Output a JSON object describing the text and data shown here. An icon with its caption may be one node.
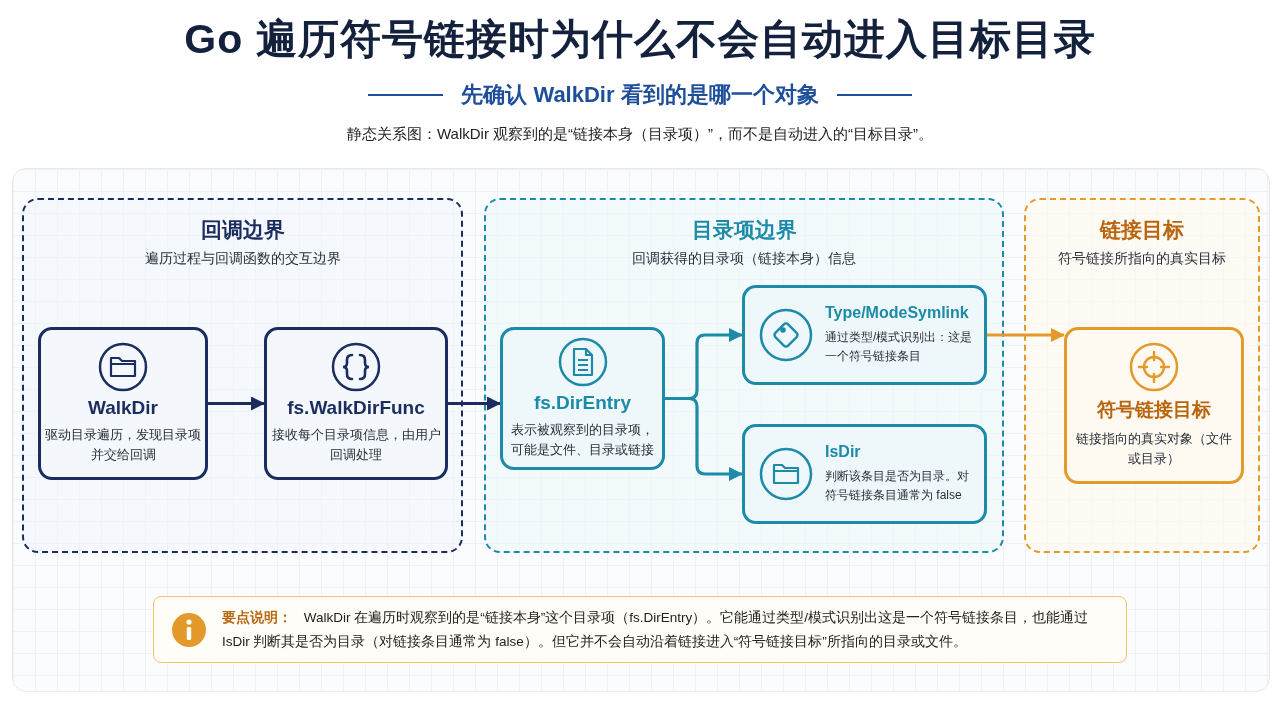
{
  "diagram": {
    "title": "Go 遍历符号链接时为什么不会自动进入目标目录",
    "nodes": [
      {
        "text": [
          "回调边界",
          "遍历过程与回调函数的交互边界"
        ]
      },
      {
        "text": [
          "WalkDir",
          "驱动目录遍历，发现目录项并交给回调"
        ],
        "in": 0
      },
      {
        "text": [
          "fs.WalkDirFunc",
          "接收每个目录项信息，由用户回调处理"
        ],
        "in": 0
      },
      {
        "text": [
          "目录项边界",
          "回调获得的目录项（链接本身）信息"
        ]
      },
      {
        "text": [
          "fs.DirEntry",
          "表示被观察到的目录项，可能是文件、目录或链接"
        ],
        "in": 3
      },
      {
        "text": [
          "Type/ModeSymlink",
          "通过类型/模式识别出：这是一个符号链接条目"
        ],
        "in": 3
      },
      {
        "text": [
          "IsDir",
          "判断该条目是否为目录。对符号链接条目通常为 false"
        ],
        "in": 3
      },
      {
        "text": [
          "链接目标",
          "符号链接所指向的真实目标"
        ]
      },
      {
        "text": [
          "符号链接目标",
          "链接指向的真实对象（文件或目录）"
        ],
        "in": 7
      },
      {
        "text": [
          "**要点说明：** WalkDir 在遍历时观察到的是“链接本身”这个目录项（fs.DirEntry）。它能通过类型/模式识别出这是一个符号链接条目，也能通过 IsDir 判断其是否为目录（对链接条目通常为 false）。但它并不会自动沿着链接进入“符号链接目标”所指向的目录或文件。"
        ]
      }
    ],
    "edges": [
      {
        "from": 1,
        "to": 2,
        "arrow": "to"
      },
      {
        "from": 2,
        "to": 4,
        "arrow": "to"
      },
      {
        "from": 4,
        "to": 5,
        "arrow": "to",
        "color": "#1d8aa8"
      },
      {
        "from": 4,
        "to": 6,
        "arrow": "to",
        "color": "#1d8aa8"
      },
      {
        "from": 5,
        "to": 8,
        "arrow": "to",
        "color": "#e39a2b"
      }
    ],
    "labels": [
      "先确认 WalkDir 看到的是哪一个对象",
      "静态关系图：WalkDir 观察到的是“链接本身（目录项）”，而不是自动进入的“目标目录”。"
    ]
  }
}
